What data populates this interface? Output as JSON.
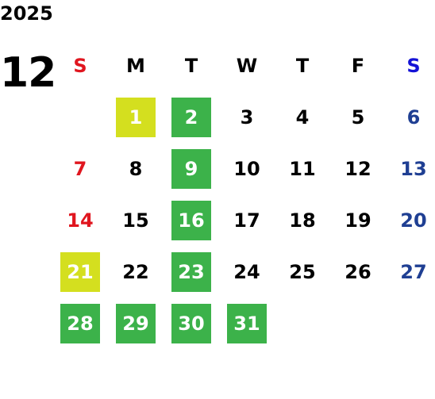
{
  "calendar": {
    "year": "2025",
    "month": "12",
    "weekday_headers": [
      {
        "label": "S",
        "color": "#e0161f"
      },
      {
        "label": "M",
        "color": "#000000"
      },
      {
        "label": "T",
        "color": "#000000"
      },
      {
        "label": "W",
        "color": "#000000"
      },
      {
        "label": "T",
        "color": "#000000"
      },
      {
        "label": "F",
        "color": "#000000"
      },
      {
        "label": "S",
        "color": "#1412d6"
      }
    ],
    "days": [
      {
        "label": "",
        "color": "#000000",
        "highlight": null
      },
      {
        "label": "1",
        "color": "#ffffff",
        "highlight": "#d4df1f"
      },
      {
        "label": "2",
        "color": "#ffffff",
        "highlight": "#3cb24a"
      },
      {
        "label": "3",
        "color": "#000000",
        "highlight": null
      },
      {
        "label": "4",
        "color": "#000000",
        "highlight": null
      },
      {
        "label": "5",
        "color": "#000000",
        "highlight": null
      },
      {
        "label": "6",
        "color": "#1f3f93",
        "highlight": null
      },
      {
        "label": "7",
        "color": "#e0161f",
        "highlight": null
      },
      {
        "label": "8",
        "color": "#000000",
        "highlight": null
      },
      {
        "label": "9",
        "color": "#ffffff",
        "highlight": "#3cb24a"
      },
      {
        "label": "10",
        "color": "#000000",
        "highlight": null
      },
      {
        "label": "11",
        "color": "#000000",
        "highlight": null
      },
      {
        "label": "12",
        "color": "#000000",
        "highlight": null
      },
      {
        "label": "13",
        "color": "#1f3f93",
        "highlight": null
      },
      {
        "label": "14",
        "color": "#e0161f",
        "highlight": null
      },
      {
        "label": "15",
        "color": "#000000",
        "highlight": null
      },
      {
        "label": "16",
        "color": "#ffffff",
        "highlight": "#3cb24a"
      },
      {
        "label": "17",
        "color": "#000000",
        "highlight": null
      },
      {
        "label": "18",
        "color": "#000000",
        "highlight": null
      },
      {
        "label": "19",
        "color": "#000000",
        "highlight": null
      },
      {
        "label": "20",
        "color": "#1f3f93",
        "highlight": null
      },
      {
        "label": "21",
        "color": "#ffffff",
        "highlight": "#d4df1f"
      },
      {
        "label": "22",
        "color": "#000000",
        "highlight": null
      },
      {
        "label": "23",
        "color": "#ffffff",
        "highlight": "#3cb24a"
      },
      {
        "label": "24",
        "color": "#000000",
        "highlight": null
      },
      {
        "label": "25",
        "color": "#000000",
        "highlight": null
      },
      {
        "label": "26",
        "color": "#000000",
        "highlight": null
      },
      {
        "label": "27",
        "color": "#1f3f93",
        "highlight": null
      },
      {
        "label": "28",
        "color": "#ffffff",
        "highlight": "#3cb24a"
      },
      {
        "label": "29",
        "color": "#ffffff",
        "highlight": "#3cb24a"
      },
      {
        "label": "30",
        "color": "#ffffff",
        "highlight": "#3cb24a"
      },
      {
        "label": "31",
        "color": "#ffffff",
        "highlight": "#3cb24a"
      }
    ]
  }
}
